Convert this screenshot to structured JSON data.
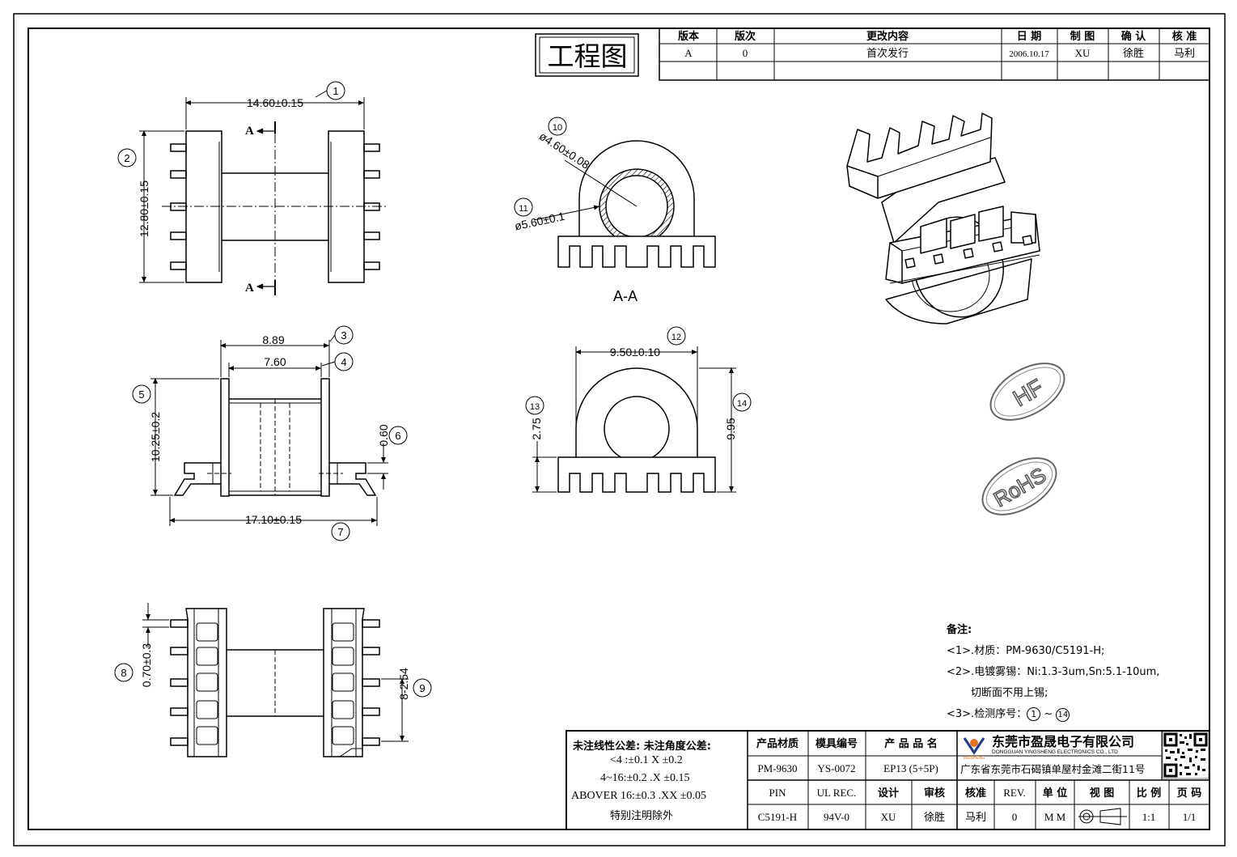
{
  "title": "工程图",
  "revision_table": {
    "headers": [
      "版本",
      "版次",
      "更改内容",
      "日 期",
      "制 图",
      "确 认",
      "核 准"
    ],
    "row": [
      "A",
      "0",
      "首次发行",
      "2006.10.17",
      "XU",
      "徐胜",
      "马利"
    ]
  },
  "dimensions": {
    "d1": "14.60±0.15",
    "d2": "12.80±0.15",
    "d3": "8.89",
    "d4": "7.60",
    "d5": "10.25±0.2",
    "d6": "0.60",
    "d7": "17.10±0.15",
    "d8": "0.70±0.3",
    "d9": "8-2.54",
    "d10": "ø4.60±0.08",
    "d11": "ø5.60±0.1",
    "d12": "9.50±0.10",
    "d13": "2.75",
    "d14": "9.95"
  },
  "balloons": [
    "1",
    "2",
    "3",
    "4",
    "5",
    "6",
    "7",
    "8",
    "9",
    "10",
    "11",
    "12",
    "13",
    "14"
  ],
  "section_marks": {
    "arrow_label": "A",
    "section_title": "A-A"
  },
  "stamps": {
    "hf": "HF",
    "rohs": "RoHS"
  },
  "notes": {
    "heading": "备注:",
    "n1": "<1>.材质：PM-9630/C5191-H;",
    "n2": "<2>.电镀雾锡：Ni:1.3-3um,Sn:5.1-10um,",
    "n2b": "切断面不用上锡;",
    "n3_prefix": "<3>.检测序号：",
    "n3_from": "1",
    "n3_sep": " ~ ",
    "n3_to": "14"
  },
  "tolerance": {
    "line1": "未注线性公差:  未注角度公差:",
    "line2": "<4 :±0.1  X ±0.2",
    "line3": "4~16:±0.2  .X ±0.15",
    "line4": "ABOVER 16:±0.3  .XX ±0.05",
    "line5": "特别注明除外"
  },
  "title_block": {
    "h_material": "产品材质",
    "h_mold": "模具编号",
    "h_product": "产 品 品 名",
    "v_material": "PM-9630",
    "v_mold": "YS-0072",
    "v_product": "EP13 (5+5P)",
    "h_pin": "PIN",
    "h_ul": "UL REC.",
    "h_design": "设计",
    "h_review": "审核",
    "h_approve": "核准",
    "h_rev": "REV.",
    "h_unit": "单 位",
    "h_view": "视 图",
    "h_scale": "比 例",
    "h_page": "页 码",
    "v_pin": "C5191-H",
    "v_ul": "94V-0",
    "v_design": "XU",
    "v_review": "徐胜",
    "v_approve": "马利",
    "v_rev": "0",
    "v_unit": "M M",
    "v_scale": "1:1",
    "v_page": "1/1",
    "company_cn": "东莞市盈晟电子有限公司",
    "company_en": "DONGGUAN YINGSHENG ELECTRONICS CO., LTD",
    "logo_text": "INGSHENG",
    "address": "广东省东莞市石碣镇单屋村金滩二街11号"
  },
  "colors": {
    "line": "#000000",
    "hatch": "#000000",
    "stamp": "#555555",
    "logo": "#1a3c8f",
    "logo_accent": "#e8731a"
  }
}
